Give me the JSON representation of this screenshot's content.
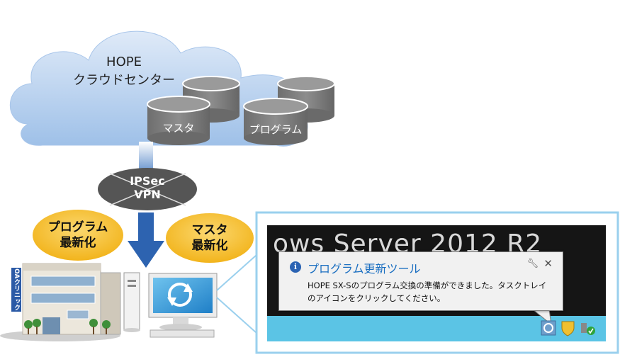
{
  "cloud": {
    "title_line1": "HOPE",
    "title_line2": "クラウドセンター",
    "db_master": "マスタ",
    "db_program": "プログラム"
  },
  "vpn": {
    "line1": "IPSec",
    "line2": "VPN"
  },
  "badges": {
    "program_update_line1": "プログラム",
    "program_update_line2": "最新化",
    "master_update_line1": "マスタ",
    "master_update_line2": "最新化"
  },
  "clinic": {
    "sign": "OAクリニック"
  },
  "screenshot": {
    "background_text": "ows Server 2012 R2",
    "balloon_title": "プログラム更新ツール",
    "balloon_body": "HOPE SX-Sのプログラム交換の準備ができました。タスクトレイのアイコンをクリックしてください。",
    "icons": [
      "info-icon",
      "wrench-icon",
      "close-icon",
      "update-tray-icon",
      "shield-tray-icon",
      "network-tray-icon"
    ]
  },
  "colors": {
    "cloud": "#b9d3f0",
    "cylinder": "#7a7a7a",
    "arrow": "#2d63b0",
    "badge": "#f7c23a",
    "taskbar": "#5bc4e5",
    "frame": "#9ad0ee"
  }
}
